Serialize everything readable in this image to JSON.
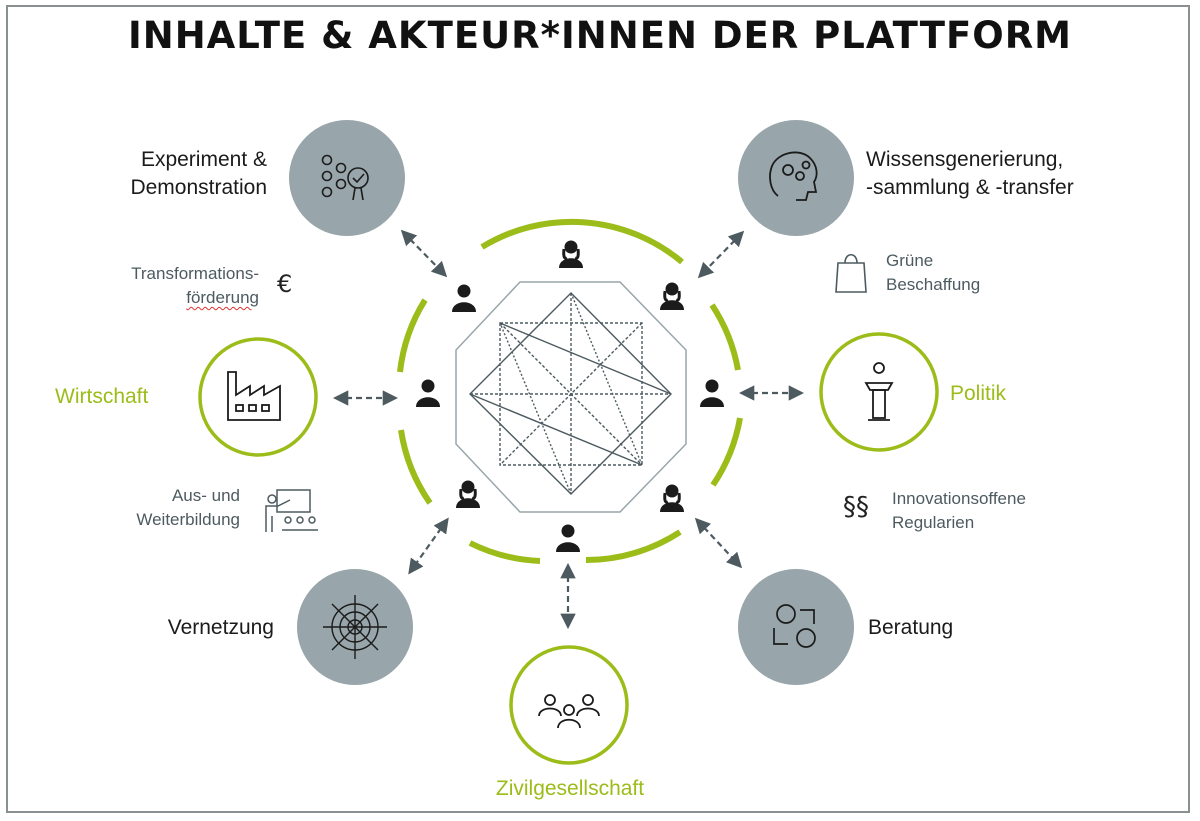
{
  "title": "INHALTE & AKTEUR*INNEN DER PLATTFORM",
  "colors": {
    "accent": "#9cbc1a",
    "grey_circle": "#98a5aa",
    "arrow": "#4d5b60",
    "text": "#1b1b1b",
    "sub_text": "#4d5b60"
  },
  "nodes": {
    "experiment": {
      "line1": "Experiment &",
      "line2": "Demonstration",
      "icon": "experiment-icon"
    },
    "wissen": {
      "line1": "Wissensgenerierung,",
      "line2": "-sammlung & -transfer",
      "icon": "head-gears-icon"
    },
    "wirtschaft": {
      "label": "Wirtschaft",
      "icon": "factory-icon"
    },
    "politik": {
      "label": "Politik",
      "icon": "lectern-icon"
    },
    "vernetzung": {
      "label": "Vernetzung",
      "icon": "spiderweb-icon"
    },
    "beratung": {
      "label": "Beratung",
      "icon": "consulting-icon"
    },
    "zivilgesellschaft": {
      "label": "Zivilgesellschaft",
      "icon": "group-icon"
    }
  },
  "topics": {
    "transformation": {
      "line1": "Transformations-",
      "line2": "förderung",
      "symbol": "€"
    },
    "gruene": {
      "line1": "Grüne",
      "line2": "Beschaffung",
      "icon": "shopping-bag-icon"
    },
    "ausbildung": {
      "line1": "Aus- und",
      "line2": "Weiterbildung",
      "icon": "teacher-icon"
    },
    "innovation": {
      "line1": "Innovationsoffene",
      "line2": "Regularien",
      "symbol": "§§"
    }
  }
}
